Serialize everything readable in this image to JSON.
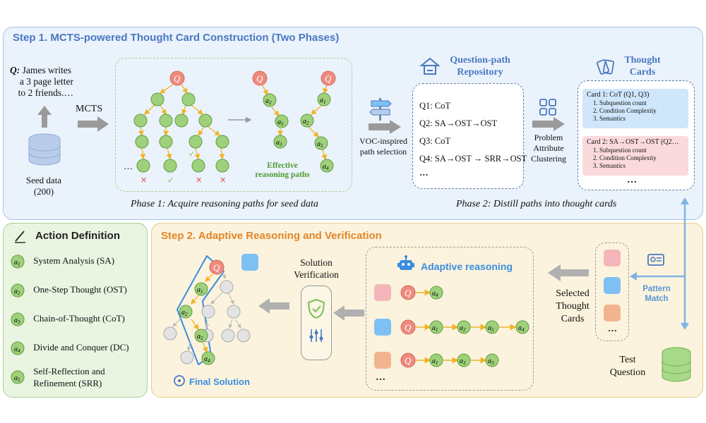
{
  "step1": {
    "title": "Step 1. MCTS-powered Thought Card Construction (Two Phases)",
    "question_prefix": "Q:",
    "question_lines": [
      "James writes",
      "a 3 page letter",
      "to 2 friends.…"
    ],
    "seed_label": "Seed data",
    "seed_count": "(200)",
    "mcts_label": "MCTS",
    "effective_label_1": "Effective",
    "effective_label_2": "reasoning paths",
    "phase1_caption": "Phase 1: Acquire reasoning paths for seed data",
    "phase2_caption": "Phase 2: Distill paths into thought cards",
    "voc_label_1": "VOC-inspired",
    "voc_label_2": "path selection",
    "repo_title_1": "Question-path",
    "repo_title_2": "Repository",
    "repo_items": [
      "Q1: CoT",
      "Q2: SA→OST→OST",
      "Q3: CoT",
      "Q4: SA→OST → SRR→OST",
      "…"
    ],
    "cluster_label_1": "Problem",
    "cluster_label_2": "Attribute",
    "cluster_label_3": "Clustering",
    "cards_title_1": "Thought",
    "cards_title_2": "Cards",
    "card1_head": "Card 1:  CoT (Q1, Q3)",
    "card2_head": "Card 2: SA→OST→OST (Q2…",
    "card_items": [
      "Subquestion count",
      "Condition Complextiy",
      "Semantics"
    ],
    "cards_more": "…"
  },
  "action": {
    "title": "Action Definition",
    "items": [
      {
        "sym": "a",
        "sub": "1",
        "label": "System Analysis (SA)"
      },
      {
        "sym": "a",
        "sub": "2",
        "label": "One-Step Thought (OST)"
      },
      {
        "sym": "a",
        "sub": "3",
        "label": "Chain-of-Thought (CoT)"
      },
      {
        "sym": "a",
        "sub": "4",
        "label": "Divide and Conquer (DC)"
      },
      {
        "sym": "a",
        "sub": "5",
        "label": "Self-Reflection and",
        "label2": "Refinement (SRR)"
      }
    ]
  },
  "step2": {
    "title": "Step 2. Adaptive Reasoning and Verification",
    "adaptive_label": "Adaptive reasoning",
    "verification_1": "Solution",
    "verification_2": "Verification",
    "final_solution": "Final Solution",
    "selected_1": "Selected",
    "selected_2": "Thought",
    "selected_3": "Cards",
    "pattern_1": "Pattern",
    "pattern_2": "Match",
    "test_1": "Test",
    "test_2": "Question",
    "more": "…"
  },
  "colors": {
    "node_green": "#9fd17c",
    "node_green_stroke": "#5e9c3c",
    "node_q": "#ef8a7e",
    "arrow_orange": "#f0b428",
    "blue_accent": "#4a78c2",
    "pink": "#f4b6bb",
    "sky": "#7ec0f4",
    "peach": "#f2b48e"
  }
}
